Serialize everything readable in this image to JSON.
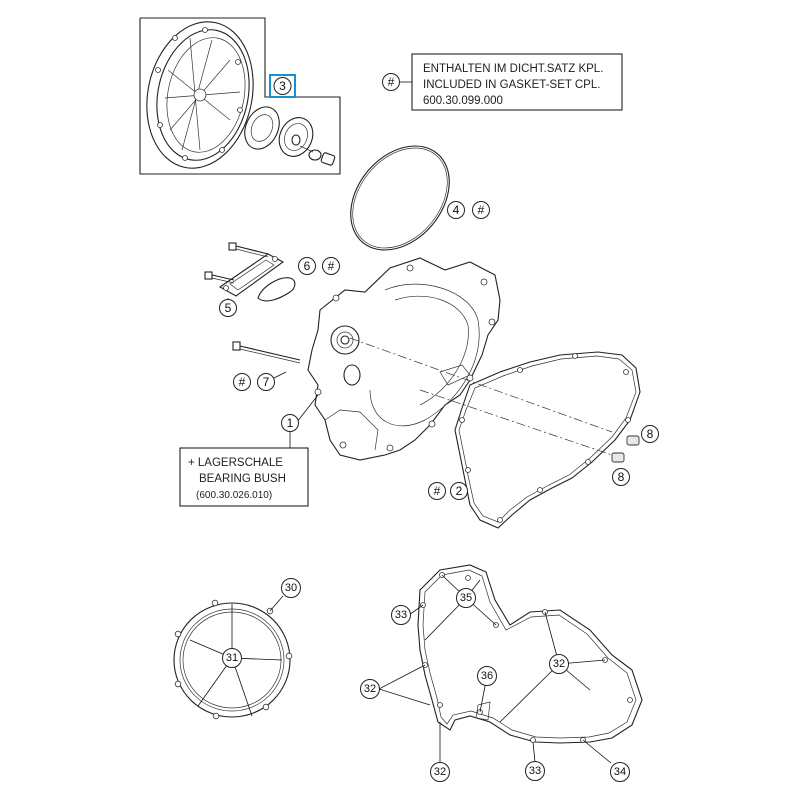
{
  "notes": {
    "gasket_set": {
      "symbol": "#",
      "line1": "ENTHALTEN IM DICHT.SATZ KPL.",
      "line2": "INCLUDED IN GASKET-SET CPL.",
      "line3": "600.30.099.000"
    },
    "bearing_bush": {
      "line1": "+ LAGERSCHALE",
      "line2": "BEARING BUSH",
      "line3": "(600.30.026.010)"
    }
  },
  "callouts": {
    "c1": "1",
    "c2": "2",
    "c3": "3",
    "c4": "4",
    "c5": "5",
    "c6": "6",
    "c7": "7",
    "c8a": "8",
    "c8b": "8",
    "c30": "30",
    "c31": "31",
    "c32a": "32",
    "c32b": "32",
    "c32c": "32",
    "c33a": "33",
    "c33b": "33",
    "c34": "34",
    "c35": "35",
    "c36": "36"
  },
  "gasket_marks": {
    "m2": "#",
    "m4": "#",
    "m6": "#",
    "m7": "#"
  },
  "colors": {
    "highlight": "#1a8fd1",
    "line": "#222222"
  }
}
